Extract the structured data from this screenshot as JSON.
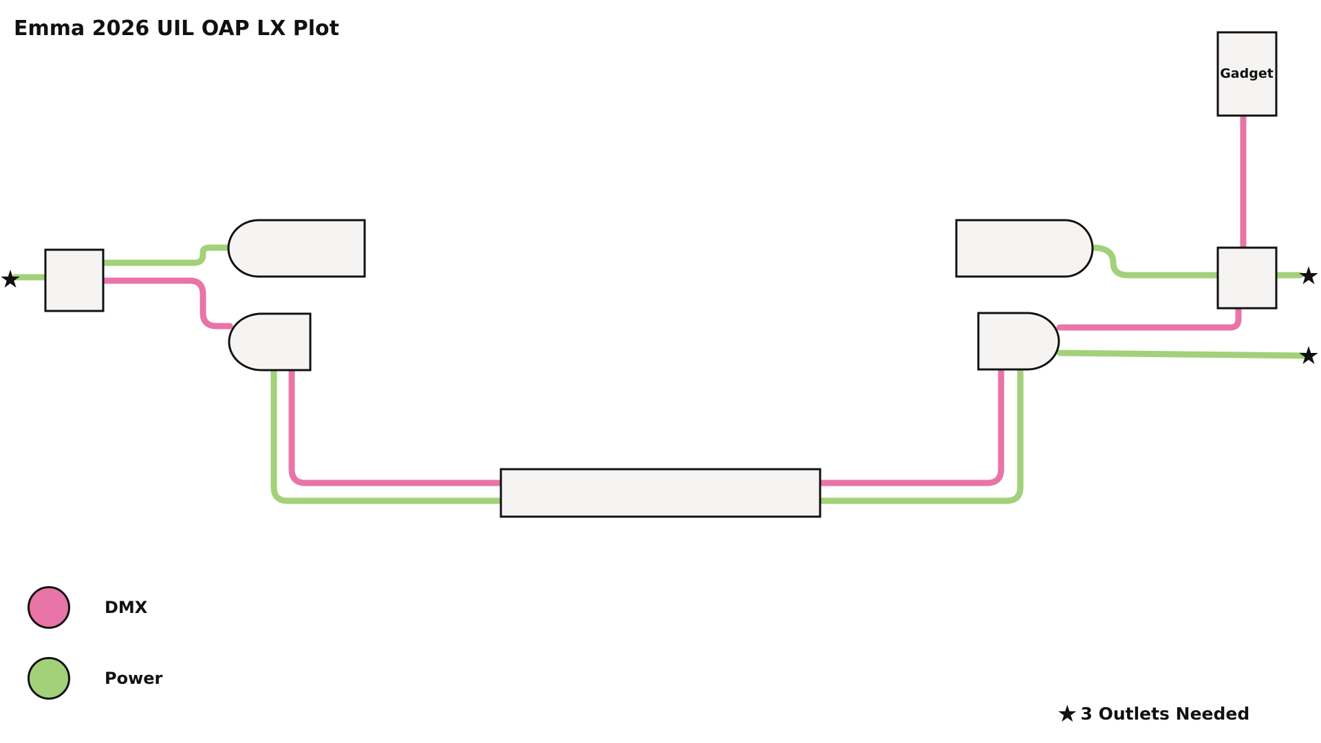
{
  "title": "Emma 2026 UIL OAP LX Plot",
  "colors": {
    "dmx": "#e874a8",
    "power": "#a2d179",
    "fixture_fill": "#f5f4f2",
    "outline": "#111111"
  },
  "devices": {
    "gadget_label": "Gadget"
  },
  "legend": [
    {
      "label": "DMX",
      "color": "#e874a8"
    },
    {
      "label": "Power",
      "color": "#a2d179"
    }
  ],
  "note": {
    "icon": "star-icon",
    "text": "3 Outlets Needed"
  }
}
